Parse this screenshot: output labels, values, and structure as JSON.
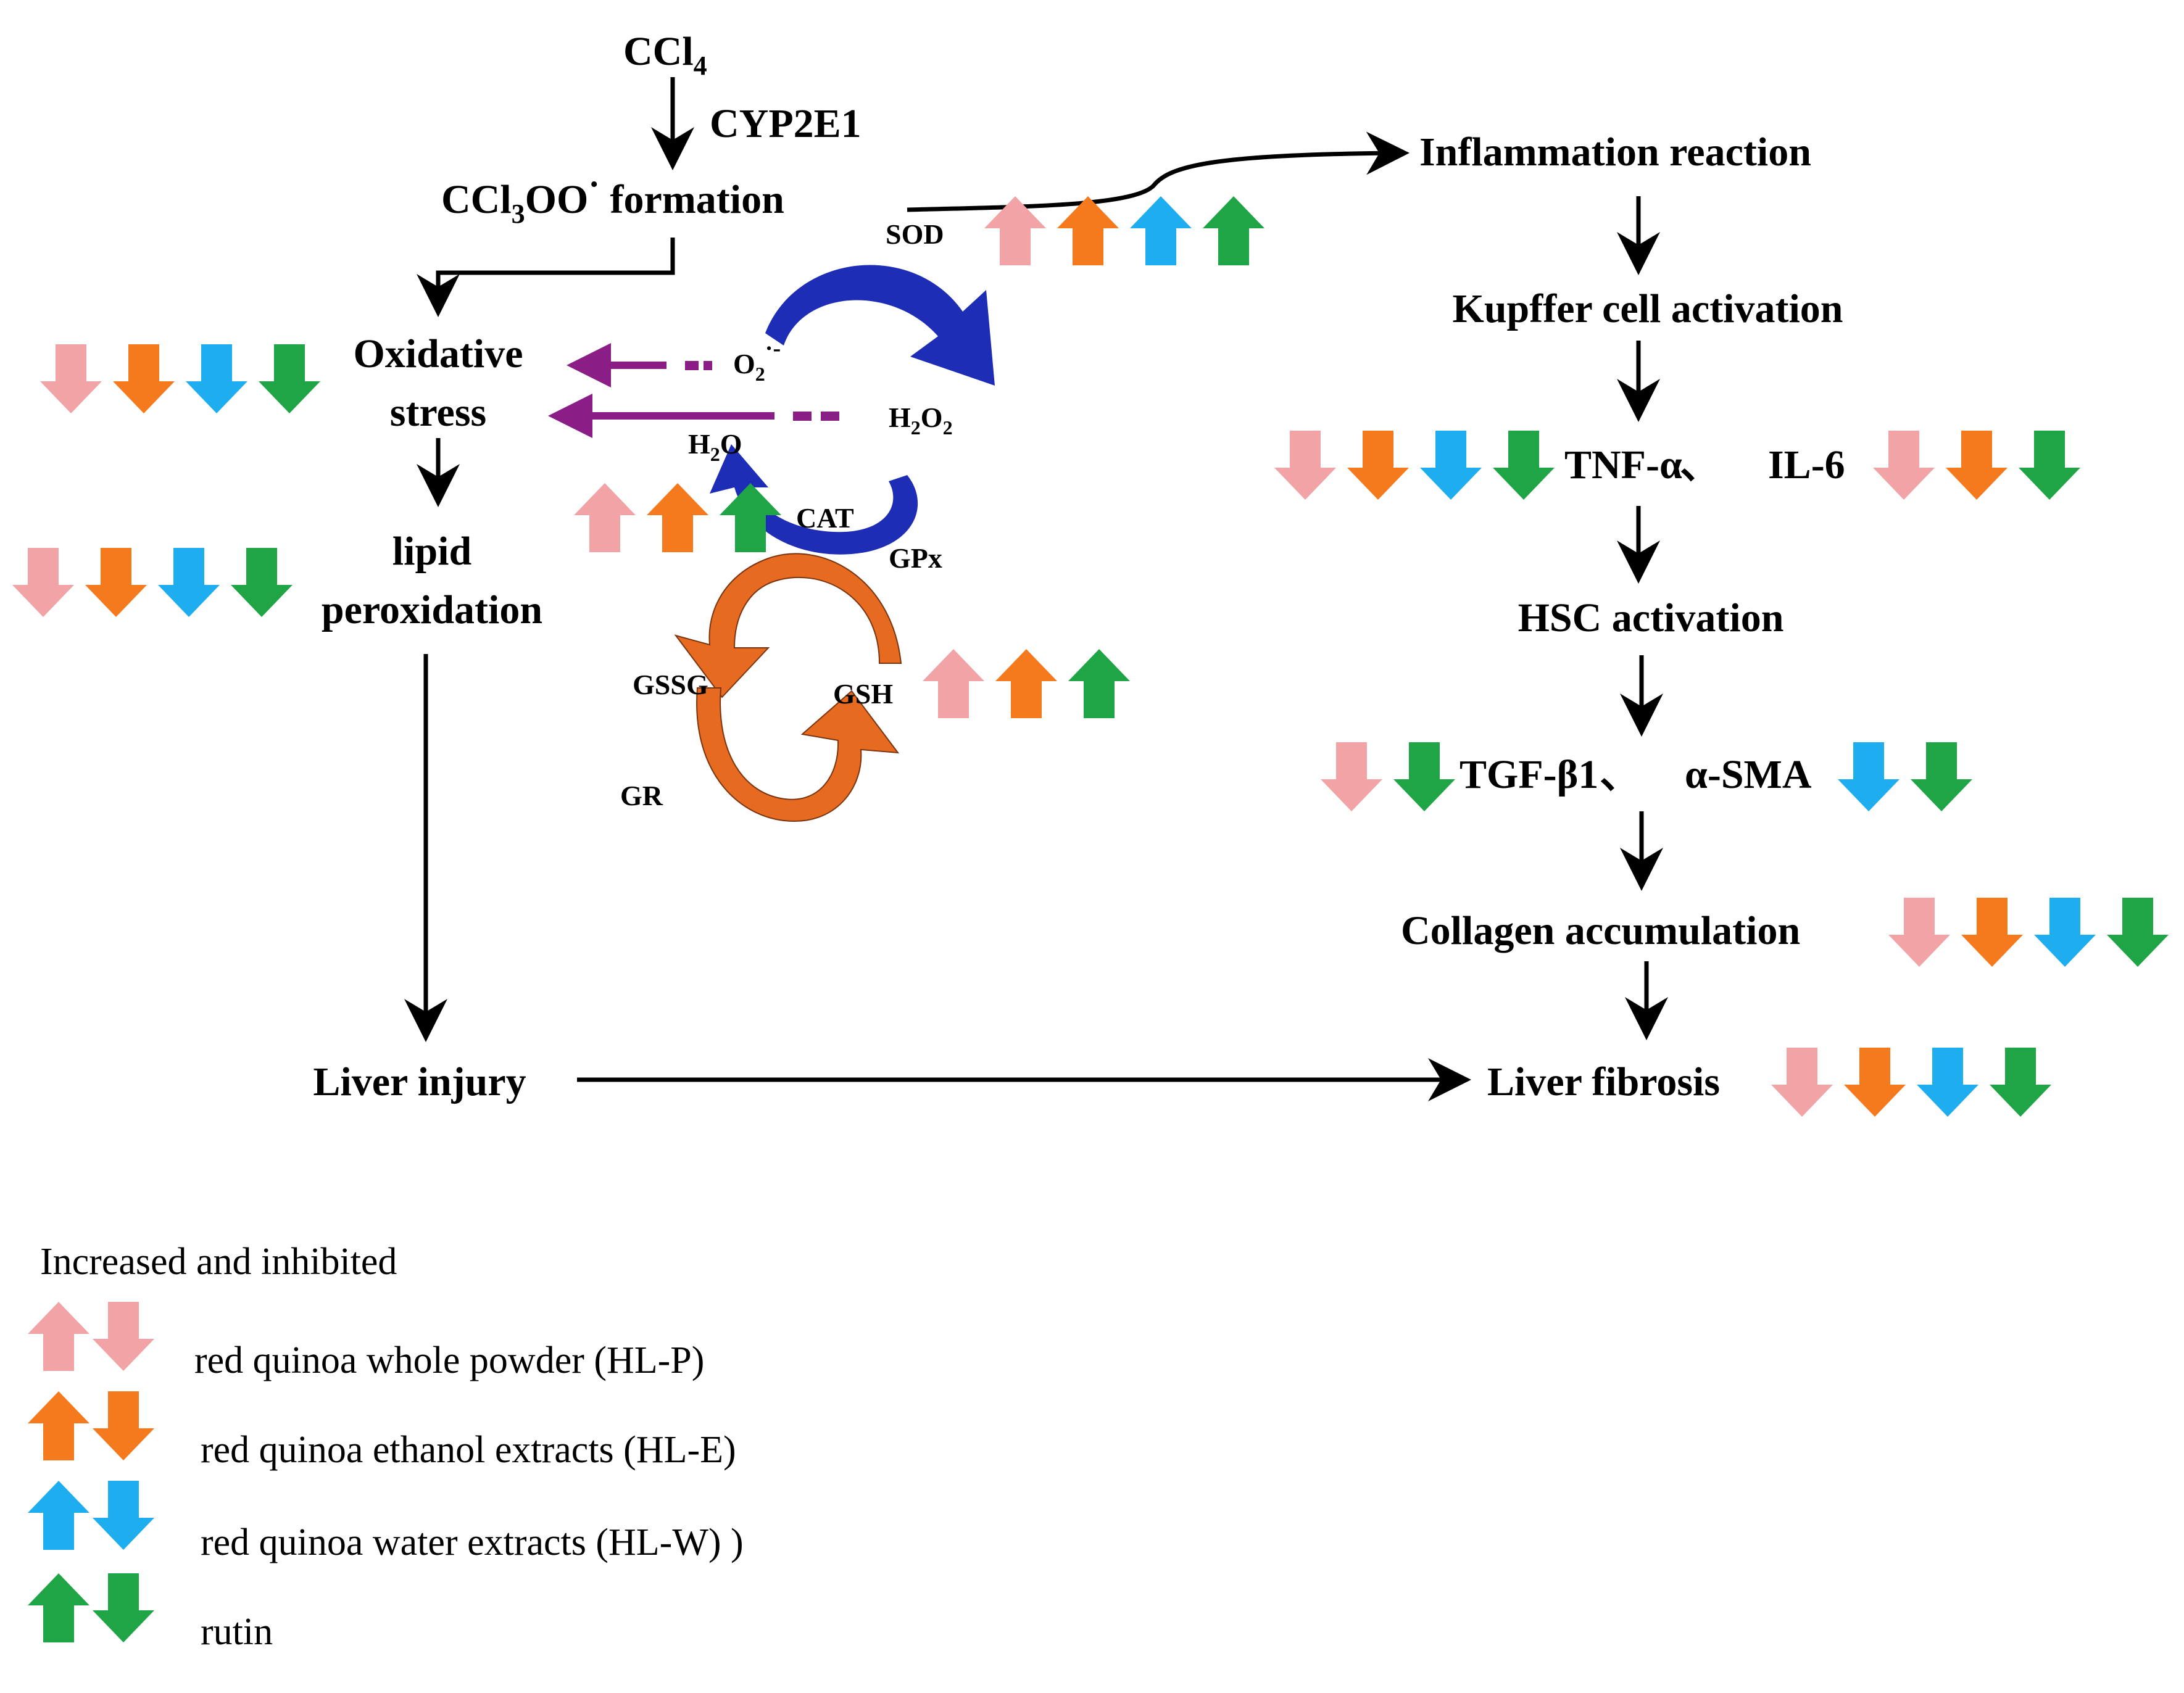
{
  "colors": {
    "hlp": "#F2A3A5",
    "hle": "#F57A1D",
    "hlw": "#1EADEE",
    "rutin": "#1FA546",
    "sod_cycle": "#1E2DB5",
    "gsh_cycle": "#E66A1F",
    "ros_arrow": "#8B1E86",
    "line": "#000000"
  },
  "nodes": {
    "ccl4_main": "CCl",
    "ccl4_sub": "4",
    "cyp2e1": "CYP2E1",
    "ccl3oo_a": "CCl",
    "ccl3oo_sub": "3",
    "ccl3oo_b": "OO",
    "ccl3oo_dot": "·",
    "ccl3oo_c": " formation",
    "oxidative": "Oxidative",
    "stress": "stress",
    "lipid": "lipid",
    "peroxidation": "peroxidation",
    "liver_injury": "Liver injury",
    "inflammation": "Inflammation reaction",
    "kupffer": "Kupffer cell activation",
    "tnf": "TNF-α",
    "sep1": "、",
    "il6": "IL-6",
    "hsc": "HSC activation",
    "tgf": "TGF-β1",
    "sep2": "、",
    "asma": "α-SMA",
    "collagen": "Collagen accumulation",
    "fibrosis": "Liver fibrosis"
  },
  "enzymes": {
    "sod": "SOD",
    "cat": "CAT",
    "gpx": "GPx",
    "gssg": "GSSG",
    "gsh": "GSH",
    "gr": "GR",
    "o2_main": "O",
    "o2_sub": "2",
    "o2_sup": "·-",
    "h2o2_a": "H",
    "h2o2_sub1": "2",
    "h2o2_b": "O",
    "h2o2_sub2": "2",
    "h2o_a": "H",
    "h2o_sub": "2",
    "h2o_b": "O"
  },
  "legend": {
    "heading": "Increased  and inhibited",
    "items": [
      {
        "key": "hlp",
        "label": "red quinoa whole powder (HL-P)"
      },
      {
        "key": "hle",
        "label": "red quinoa ethanol extracts (HL-E)"
      },
      {
        "key": "hlw",
        "label": "red quinoa water extracts (HL-W) )"
      },
      {
        "key": "rutin",
        "label": "rutin"
      }
    ]
  },
  "indicator_groups": [
    {
      "target": "sod",
      "direction": "up",
      "treatments": [
        "hlp",
        "hle",
        "hlw",
        "rutin"
      ]
    },
    {
      "target": "oxidative-stress",
      "direction": "down",
      "treatments": [
        "hlp",
        "hle",
        "hlw",
        "rutin"
      ]
    },
    {
      "target": "cat",
      "direction": "up",
      "treatments": [
        "hlp",
        "hle",
        "rutin"
      ]
    },
    {
      "target": "lipid-peroxidation",
      "direction": "down",
      "treatments": [
        "hlp",
        "hle",
        "hlw",
        "rutin"
      ]
    },
    {
      "target": "gsh",
      "direction": "up",
      "treatments": [
        "hlp",
        "hle",
        "rutin"
      ]
    },
    {
      "target": "tnf-alpha",
      "direction": "down",
      "treatments": [
        "hlp",
        "hle",
        "hlw",
        "rutin"
      ]
    },
    {
      "target": "il-6",
      "direction": "down",
      "treatments": [
        "hlp",
        "hle",
        "rutin"
      ]
    },
    {
      "target": "tgf-beta1",
      "direction": "down",
      "treatments": [
        "hlp",
        "rutin"
      ]
    },
    {
      "target": "alpha-sma",
      "direction": "down",
      "treatments": [
        "hlw",
        "rutin"
      ]
    },
    {
      "target": "collagen-accumulation",
      "direction": "down",
      "treatments": [
        "hlp",
        "hle",
        "hlw",
        "rutin"
      ]
    },
    {
      "target": "liver-fibrosis",
      "direction": "down",
      "treatments": [
        "hlp",
        "hle",
        "hlw",
        "rutin"
      ]
    }
  ]
}
